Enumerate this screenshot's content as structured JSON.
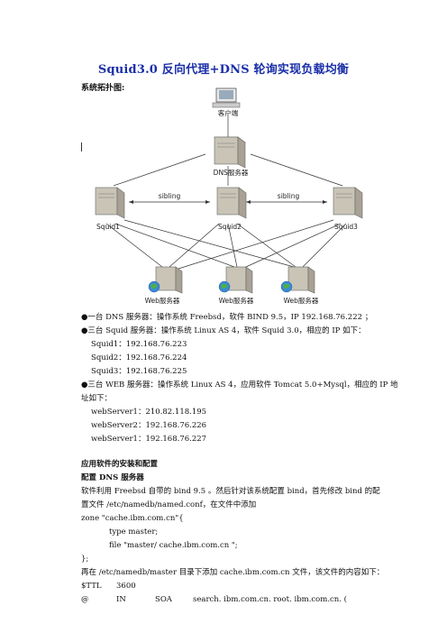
{
  "title": "Squid3.0 反向代理+DNS 轮询实现负载均衡",
  "topology_heading": "系统拓扑图:",
  "diagram": {
    "client": "客户端",
    "dns": "DNS服务器",
    "squid1": "Squid1",
    "squid2": "Squid2",
    "squid3": "Squid3",
    "sibling_left": "sibling",
    "sibling_right": "sibling",
    "web1": "Web服务器",
    "web2": "Web服务器",
    "web3": "Web服务器"
  },
  "bullets": {
    "dns_line": "●一台 DNS 服务器：操作系统 Freebsd，软件 BIND 9.5，IP 192.168.76.222 ；",
    "squid_line": "●三台 Squid 服务器：操作系统 Linux AS 4，软件 Squid 3.0，相应的 IP 如下：",
    "squid1": "Squid1：192.168.76.223",
    "squid2": "Squid2：192.168.76.224",
    "squid3": "Squid3：192.168.76.225",
    "web_line_1": "●三台 WEB 服务器：操作系统 Linux AS 4，应用软件 Tomcat 5.0+Mysql，相应的 IP 地",
    "web_line_2": "址如下：",
    "web1": "webServer1：210.82.118.195",
    "web2": "webServer2：192.168.76.226",
    "web3": "webServer1：192.168.76.227"
  },
  "section": {
    "heading": "应用软件的安装和配置",
    "subheading": "配置 DNS 服务器",
    "p1": "软件利用 Freebsd 自带的 bind 9.5 。然后针对该系统配置 bind，首先修改 bind 的配",
    "p2": "置文件 /etc/namedb/named.conf，在文件中添加",
    "c1": "zone \"cache.ibm.com.cn\"{",
    "c2": "type master;",
    "c3": "file \"master/ cache.ibm.com.cn \";",
    "c4": "};",
    "p3": "再在 /etc/namedb/master 目录下添加 cache.ibm.com.cn 文件，该文件的内容如下：",
    "c5a": "$TTL",
    "c5b": "3600",
    "c6a": "@",
    "c6b": "IN",
    "c6c": "SOA",
    "c6d": "search. ibm.com.cn. root. ibm.com.cn. ("
  }
}
